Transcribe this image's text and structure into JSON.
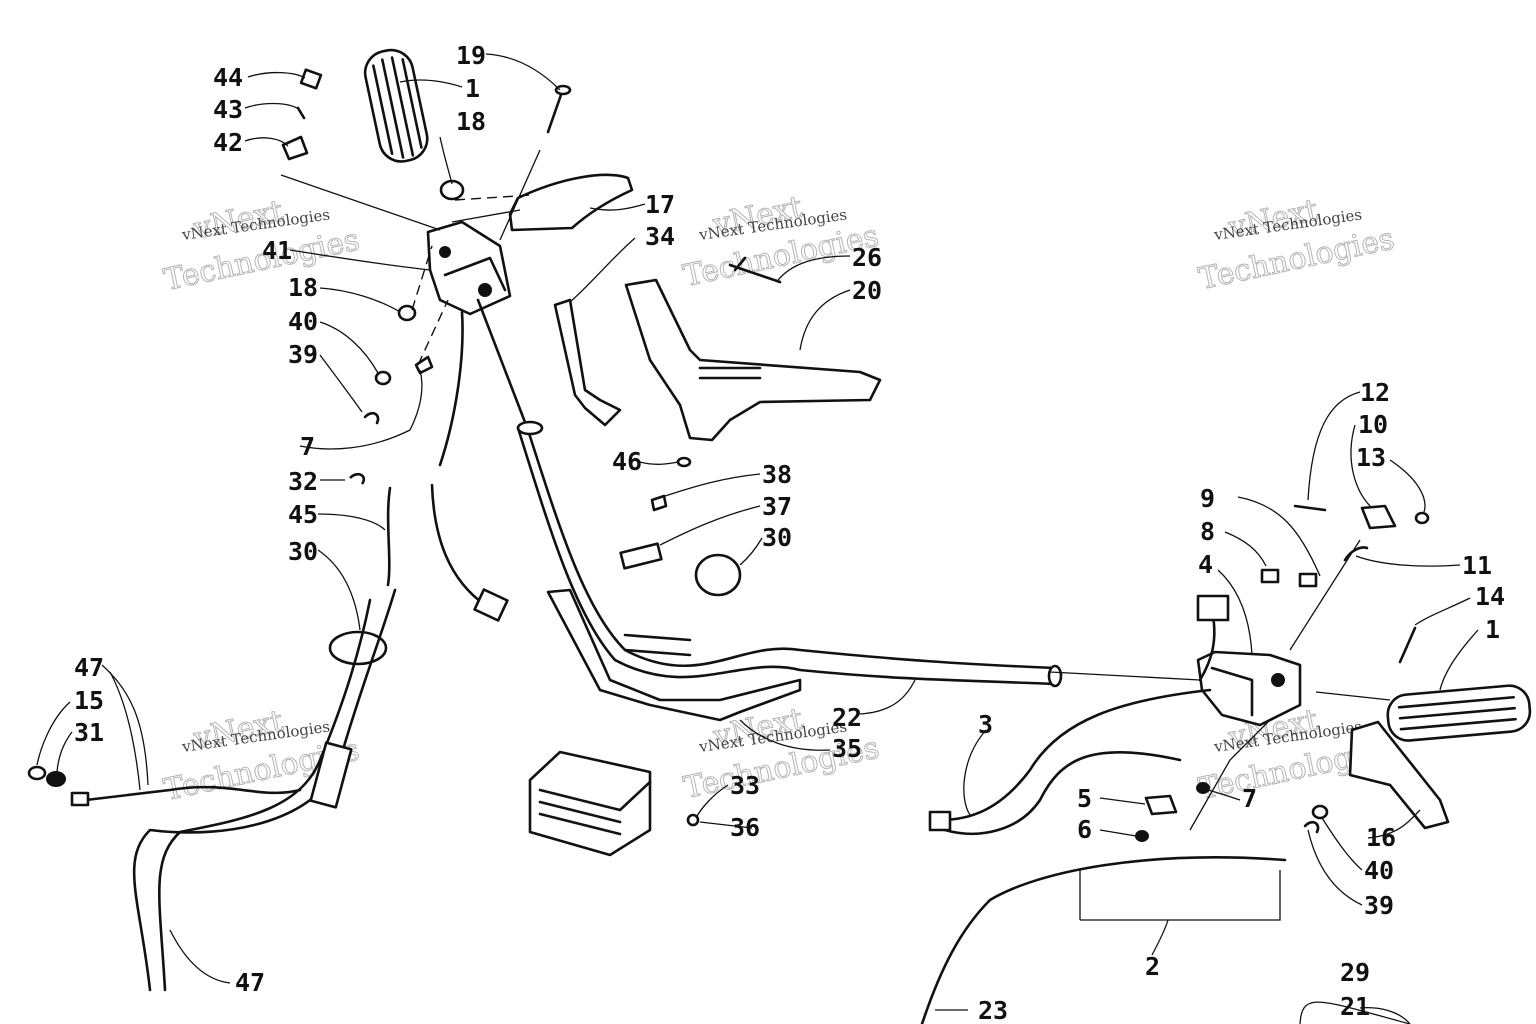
{
  "watermark": {
    "line1": "vNext",
    "line2": "Technologies",
    "caption": "vNext Technologies"
  },
  "callouts": [
    {
      "id": "c44",
      "text": "44"
    },
    {
      "id": "c43",
      "text": "43"
    },
    {
      "id": "c42",
      "text": "42"
    },
    {
      "id": "c1a",
      "text": "1"
    },
    {
      "id": "c18a",
      "text": "18"
    },
    {
      "id": "c19",
      "text": "19"
    },
    {
      "id": "c17",
      "text": "17"
    },
    {
      "id": "c34",
      "text": "34"
    },
    {
      "id": "c41",
      "text": "41"
    },
    {
      "id": "c18b",
      "text": "18"
    },
    {
      "id": "c40a",
      "text": "40"
    },
    {
      "id": "c39a",
      "text": "39"
    },
    {
      "id": "c7a",
      "text": "7"
    },
    {
      "id": "c26",
      "text": "26"
    },
    {
      "id": "c20",
      "text": "20"
    },
    {
      "id": "c46",
      "text": "46"
    },
    {
      "id": "c32",
      "text": "32"
    },
    {
      "id": "c45",
      "text": "45"
    },
    {
      "id": "c30a",
      "text": "30"
    },
    {
      "id": "c38",
      "text": "38"
    },
    {
      "id": "c37",
      "text": "37"
    },
    {
      "id": "c30b",
      "text": "30"
    },
    {
      "id": "c12",
      "text": "12"
    },
    {
      "id": "c10",
      "text": "10"
    },
    {
      "id": "c13",
      "text": "13"
    },
    {
      "id": "c9",
      "text": "9"
    },
    {
      "id": "c8",
      "text": "8"
    },
    {
      "id": "c4",
      "text": "4"
    },
    {
      "id": "c11",
      "text": "11"
    },
    {
      "id": "c14",
      "text": "14"
    },
    {
      "id": "c1b",
      "text": "1"
    },
    {
      "id": "c47a",
      "text": "47"
    },
    {
      "id": "c15",
      "text": "15"
    },
    {
      "id": "c31",
      "text": "31"
    },
    {
      "id": "c22",
      "text": "22"
    },
    {
      "id": "c35",
      "text": "35"
    },
    {
      "id": "c3",
      "text": "3"
    },
    {
      "id": "c33",
      "text": "33"
    },
    {
      "id": "c36",
      "text": "36"
    },
    {
      "id": "c5",
      "text": "5"
    },
    {
      "id": "c7b",
      "text": "7"
    },
    {
      "id": "c6",
      "text": "6"
    },
    {
      "id": "c16",
      "text": "16"
    },
    {
      "id": "c40b",
      "text": "40"
    },
    {
      "id": "c39b",
      "text": "39"
    },
    {
      "id": "c2",
      "text": "2"
    },
    {
      "id": "c47b",
      "text": "47"
    },
    {
      "id": "c29",
      "text": "29"
    },
    {
      "id": "c21",
      "text": "21"
    },
    {
      "id": "c23",
      "text": "23"
    }
  ]
}
